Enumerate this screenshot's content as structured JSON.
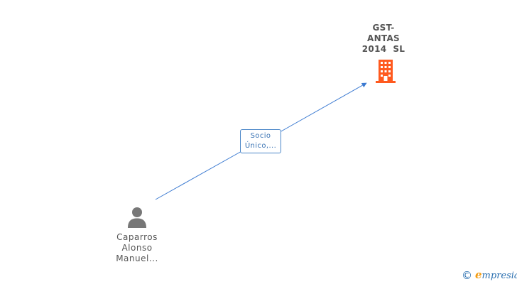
{
  "diagram": {
    "company": {
      "name_lines": [
        "GST-",
        "ANTAS",
        "2014  SL"
      ],
      "icon": "building-icon",
      "color": "#ff5a1f"
    },
    "person": {
      "name_lines": [
        "Caparros",
        "Alonso",
        "Manuel..."
      ],
      "icon": "person-icon",
      "color": "#777777"
    },
    "relation": {
      "label_lines": [
        "Socio",
        "Único,..."
      ],
      "color": "#3b74b4"
    }
  },
  "watermark": {
    "symbol": "©",
    "brand_first": "e",
    "brand_rest": "mpresia",
    "color": "#2a6fb0",
    "accent": "#f39c12"
  }
}
